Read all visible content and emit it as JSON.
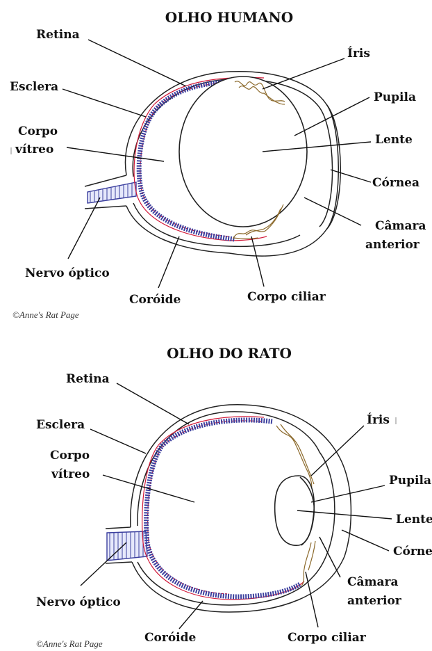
{
  "human": {
    "title": "OLHO HUMANO",
    "labels": {
      "retina": "Retina",
      "esclera": "Esclera",
      "corpo": "Corpo",
      "vitreo": "vítreo",
      "iris": "Íris",
      "pupila": "Pupila",
      "lente": "Lente",
      "cornea": "Córnea",
      "camara": "Câmara",
      "anterior": "anterior",
      "nervo": "Nervo óptico",
      "coroide": "Coróide",
      "ciliar": "Corpo ciliar"
    },
    "credit": "©Anne's Rat Page"
  },
  "rat": {
    "title": "OLHO DO RATO",
    "labels": {
      "retina": "Retina",
      "esclera": "Esclera",
      "corpo": "Corpo",
      "vitreo": "vítreo",
      "iris": "Íris",
      "pupila": "Pupila",
      "lente": "Lente",
      "cornea": "Córne",
      "camara": "Câmara",
      "anterior": "anterior",
      "nervo": "Nervo óptico",
      "coroide": "Coróide",
      "ciliar": "Corpo ciliar"
    },
    "credit": "©Anne's Rat Page"
  },
  "colors": {
    "retina": "#3b3f9e",
    "choroid": "#d21a3a",
    "iris": "#8c6a2c"
  }
}
